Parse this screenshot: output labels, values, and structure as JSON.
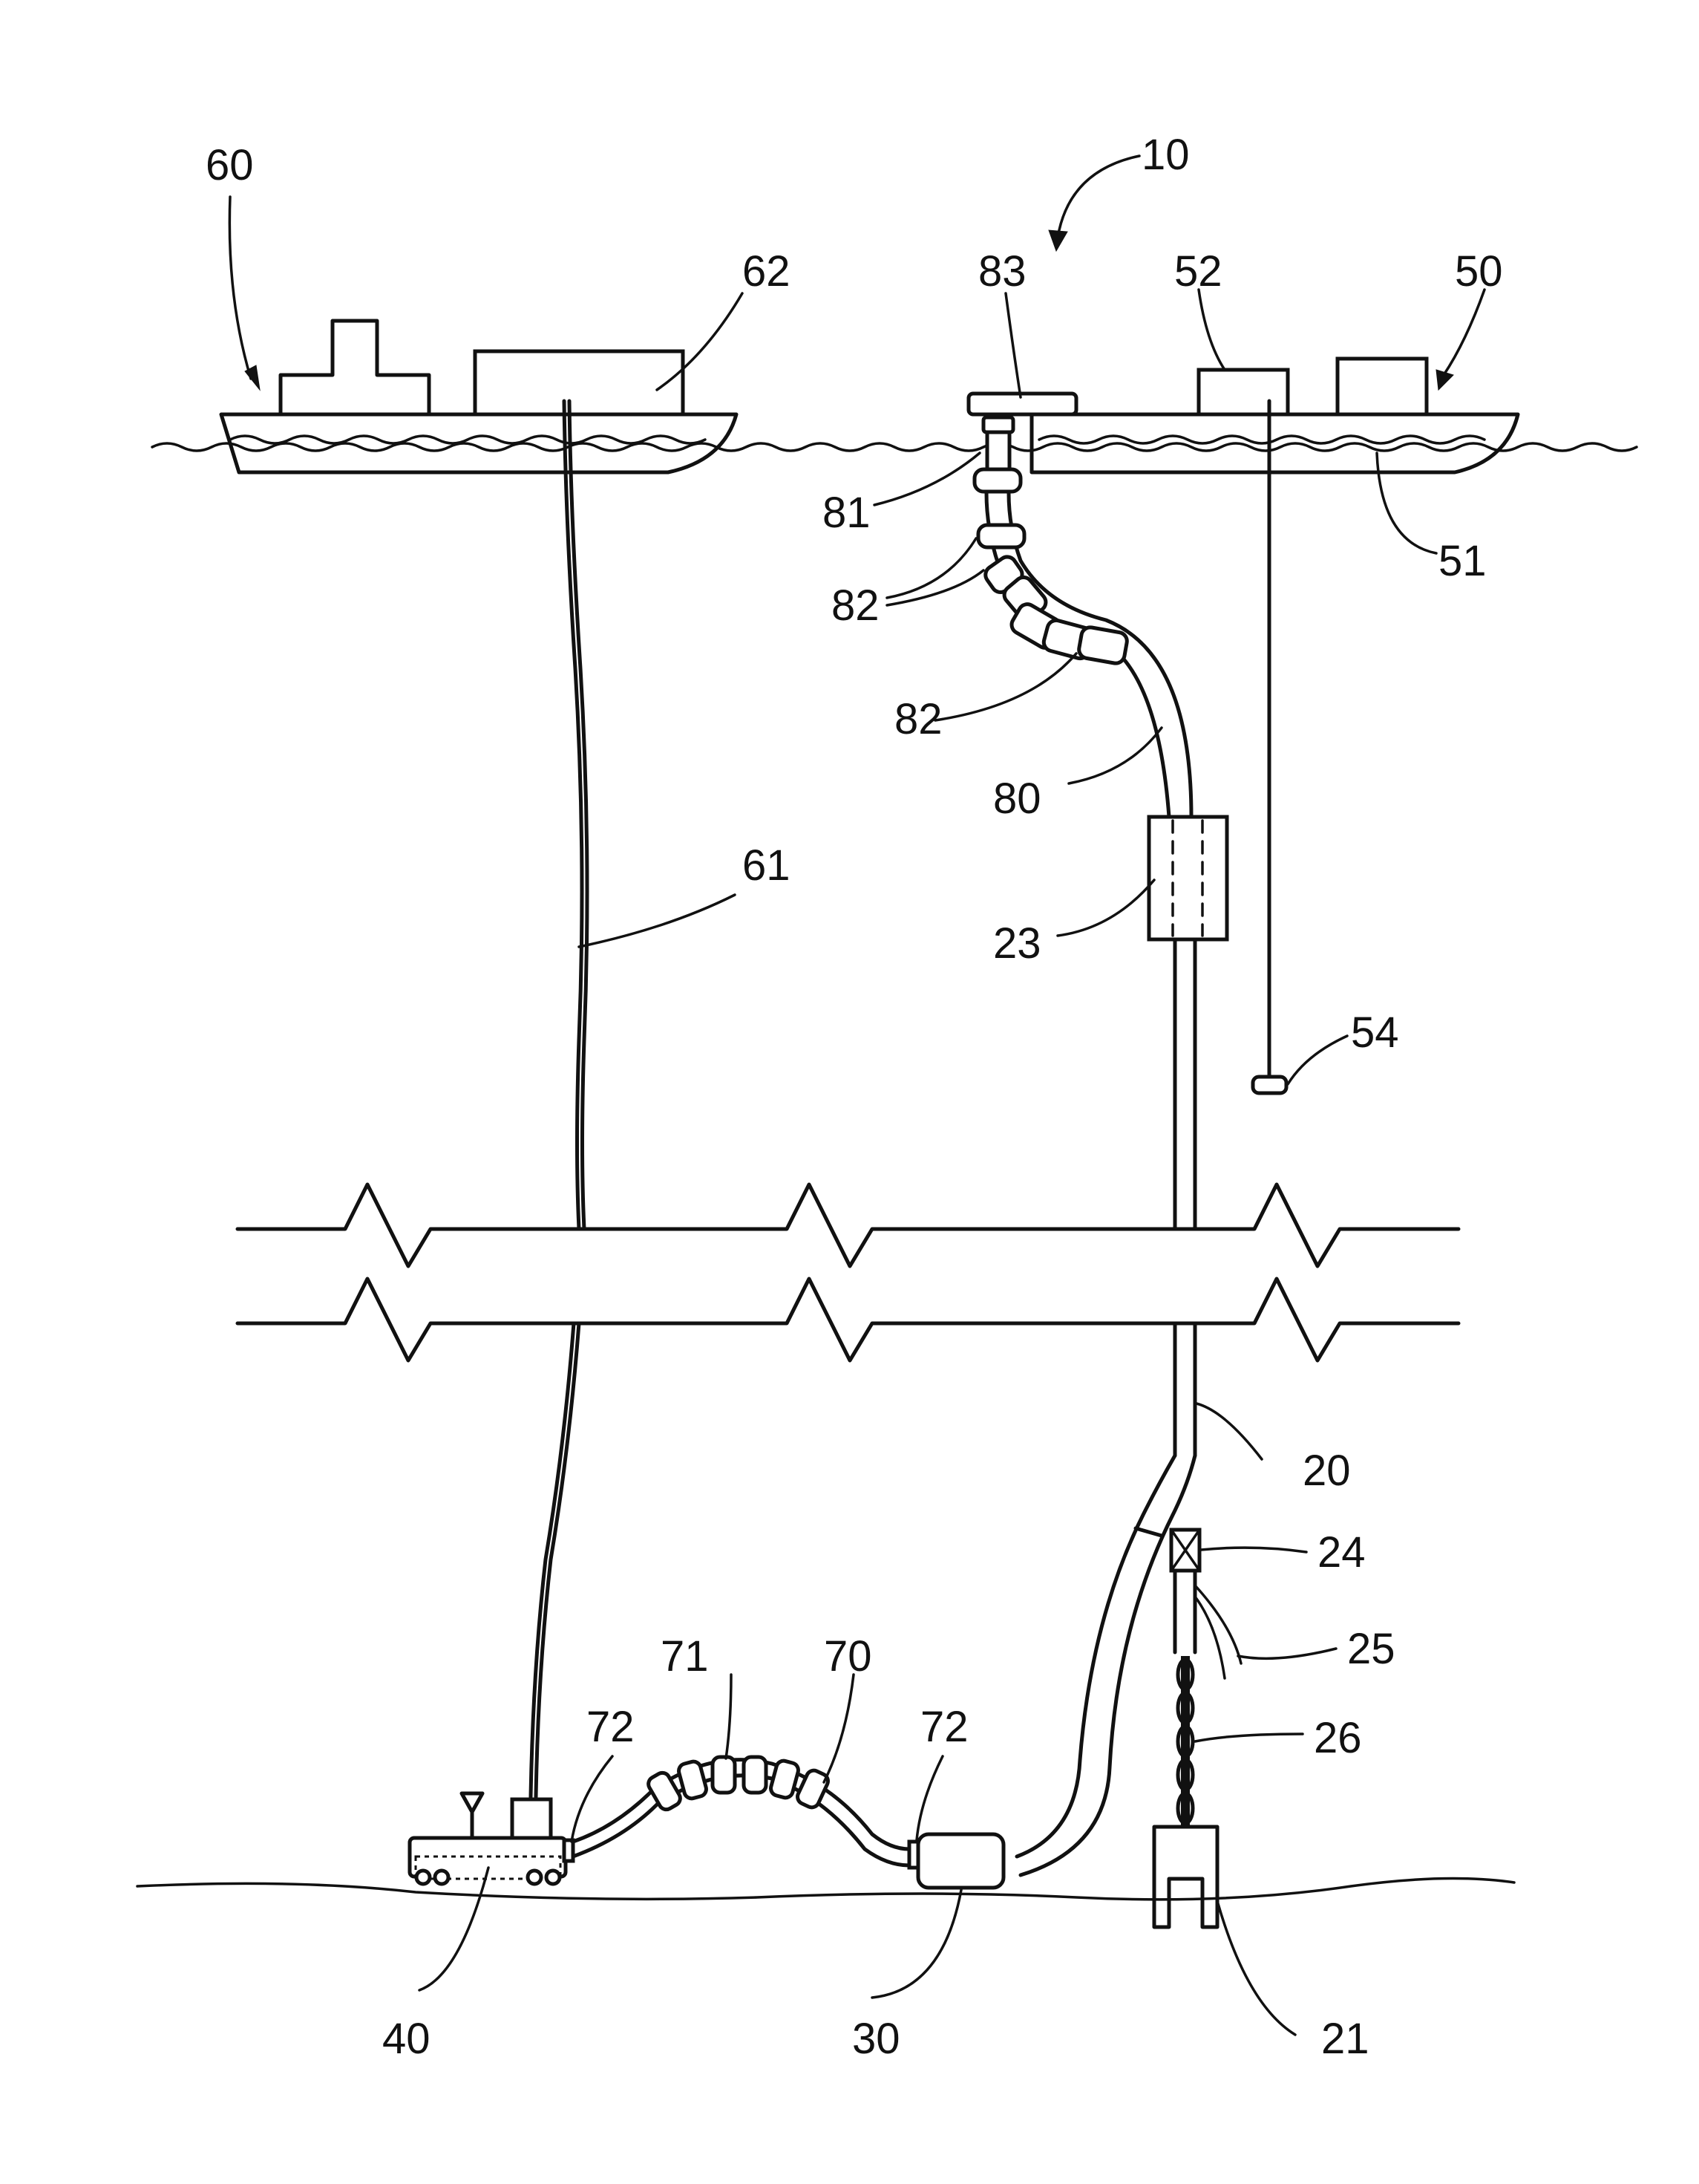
{
  "figure": {
    "reference_numerals": {
      "system": "10",
      "main_line": "20",
      "anchor": "21",
      "buoyancy_module": "23",
      "connector": "24",
      "branch_line": "25",
      "chain": "26",
      "subsea_unit": "30",
      "seabed_vehicle": "40",
      "production_vessel": "50",
      "hull_50": "51",
      "deck_module_50": "52",
      "suspended_tool": "54",
      "support_vessel": "60",
      "umbilical": "61",
      "deck_module_60": "62",
      "jumper_hose": "70",
      "jumper_floats": "71",
      "jumper_end_left": "72",
      "jumper_end_right": "72",
      "upper_hose": "80",
      "hose_end_fitting": "81",
      "hose_floats_a": "82",
      "hose_floats_b": "82",
      "surface_buoy": "83"
    }
  }
}
